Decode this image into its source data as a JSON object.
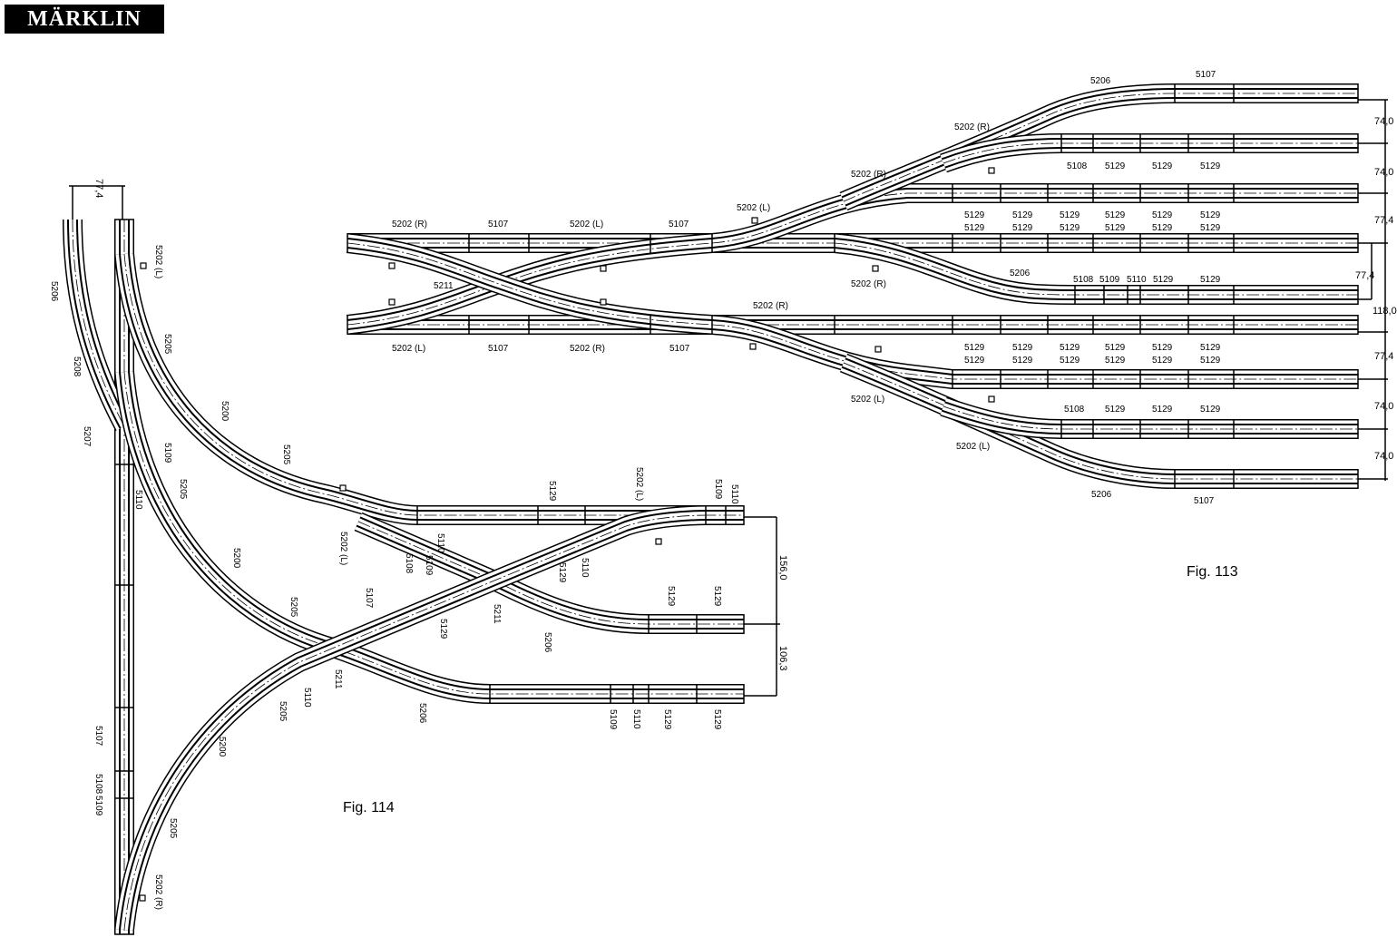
{
  "logo": "MÄRKLIN",
  "fig113": {
    "caption": "Fig. 113",
    "labels": [
      "5202 (R)",
      "5107",
      "5202 (L)",
      "5107",
      "5211",
      "5202 (L)",
      "5107",
      "5202 (R)",
      "5107",
      "5202 (L)",
      "5202 (R)",
      "5206",
      "5107",
      "5202 (R)",
      "5202 (R)",
      "5108",
      "5129",
      "5129",
      "5129",
      "5129",
      "5129",
      "5129",
      "5129",
      "5129",
      "5129",
      "5129",
      "5129",
      "5129",
      "5129",
      "5129",
      "5129",
      "5206",
      "5202 (R)",
      "5108",
      "5109",
      "5110",
      "5129",
      "5129",
      "5129",
      "5129",
      "5129",
      "5129",
      "5129",
      "5129",
      "5129",
      "5129",
      "5129",
      "5129",
      "5129",
      "5129",
      "5202 (L)",
      "5108",
      "5129",
      "5129",
      "5129",
      "5202 (L)",
      "5206",
      "5107"
    ],
    "dimensions": [
      "74,0",
      "74,0",
      "77,4",
      "77,4",
      "118,0",
      "77,4",
      "74,0",
      "74,0"
    ]
  },
  "fig114": {
    "caption": "Fig. 114",
    "labels": [
      "5202 (L)",
      "5206",
      "5205",
      "5208",
      "5207",
      "5200",
      "5205",
      "5109",
      "5205",
      "5110",
      "5200",
      "5129",
      "5202 (L)",
      "5109",
      "5110",
      "5202 (L)",
      "5110",
      "5108",
      "5109",
      "5110",
      "5129",
      "5107",
      "5205",
      "5211",
      "5129",
      "5129",
      "5129",
      "5206",
      "5211",
      "5110",
      "5205",
      "5206",
      "5109",
      "5110",
      "5129",
      "5129",
      "5107",
      "5108",
      "5109",
      "5200",
      "5205",
      "5202 (R)"
    ],
    "dimensions": [
      "77,4",
      "156,0",
      "106,3"
    ]
  }
}
